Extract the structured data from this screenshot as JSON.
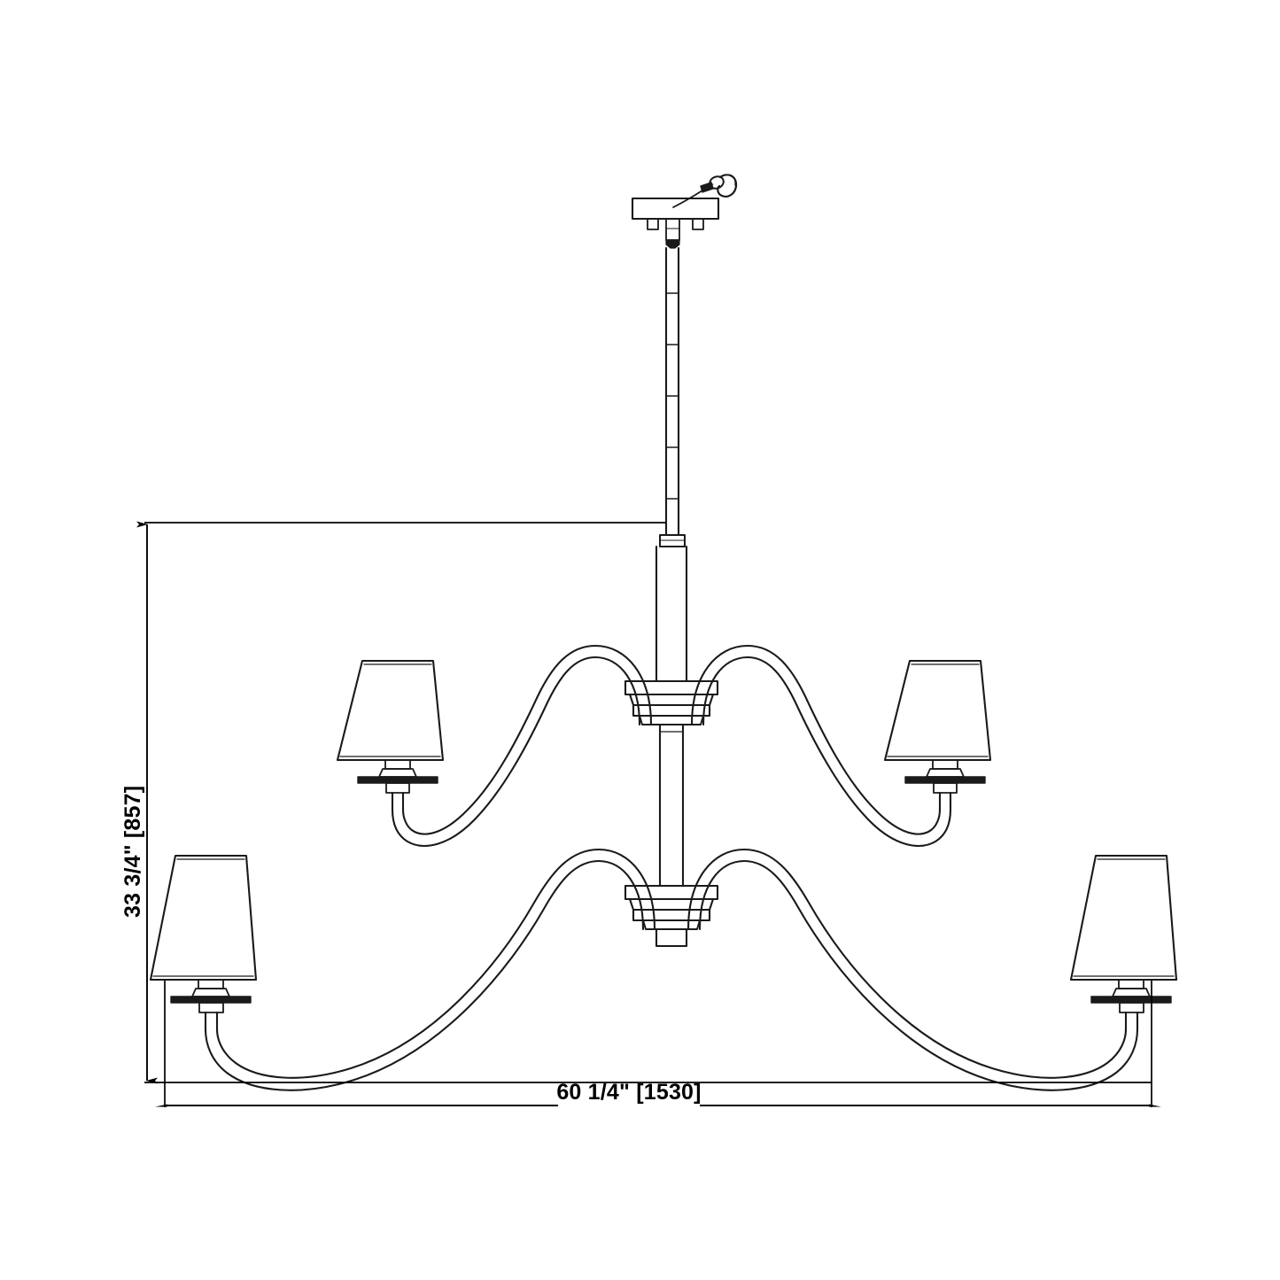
{
  "drawing": {
    "title": "Chandelier Elevation Dimension Drawing",
    "background_color": "#ffffff",
    "line_color": "#1a1a1a",
    "dimension_color": "#000000"
  },
  "dimensions": {
    "height": {
      "label": "33 3/4\" [857]",
      "orientation": "vertical",
      "inches": "33 3/4\"",
      "millimeters": "[857]"
    },
    "width": {
      "label": "60 1/4\" [1530]",
      "orientation": "horizontal",
      "inches": "60 1/4\"",
      "millimeters": "[1530]"
    }
  },
  "fixture": {
    "type": "6-light two-tier chandelier",
    "parts": [
      {
        "name": "ceiling-canopy",
        "count": 1
      },
      {
        "name": "safety-hook",
        "count": 1
      },
      {
        "name": "safety-cable",
        "count": 1
      },
      {
        "name": "downrod",
        "count": 1
      },
      {
        "name": "upper-hub",
        "count": 1
      },
      {
        "name": "lower-hub",
        "count": 1
      },
      {
        "name": "bottom-finial",
        "count": 1
      },
      {
        "name": "curved-arm",
        "count": 6
      },
      {
        "name": "candle-socket",
        "count": 6
      },
      {
        "name": "tapered-shade",
        "count": 6
      }
    ],
    "shades": {
      "upper_left": "tapered-shade",
      "upper_right": "tapered-shade",
      "lower_left": "tapered-shade",
      "lower_right": "tapered-shade"
    }
  }
}
